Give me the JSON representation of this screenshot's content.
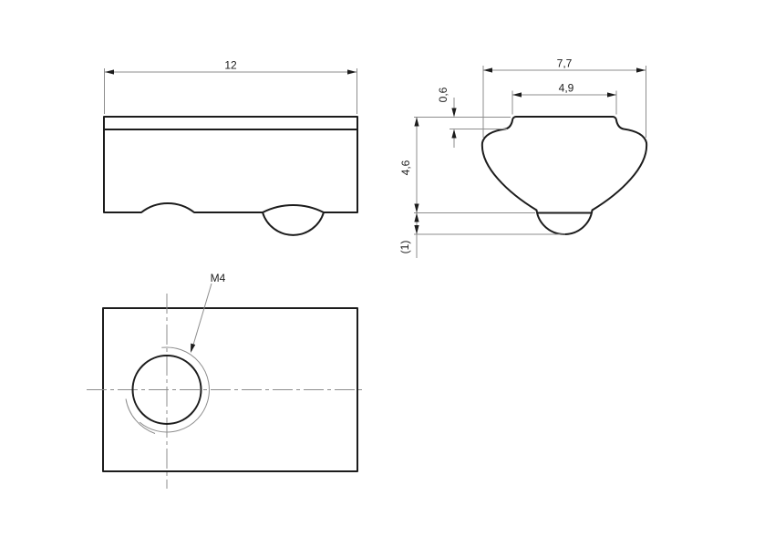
{
  "colors": {
    "outline": "#1c1c1c",
    "thin_line": "#8d8d8d",
    "text": "#1c1c1c",
    "background": "#ffffff"
  },
  "drawing": {
    "type": "engineering-drawing-3-views",
    "front_view": {
      "dim_width": "12"
    },
    "side_view": {
      "dim_overall_width": "7,7",
      "dim_top_width": "4,9",
      "dim_step_height": "0,6",
      "dim_height": "4,6",
      "dim_protrusion": "(1)"
    },
    "top_view": {
      "thread_callout": "M4"
    }
  }
}
